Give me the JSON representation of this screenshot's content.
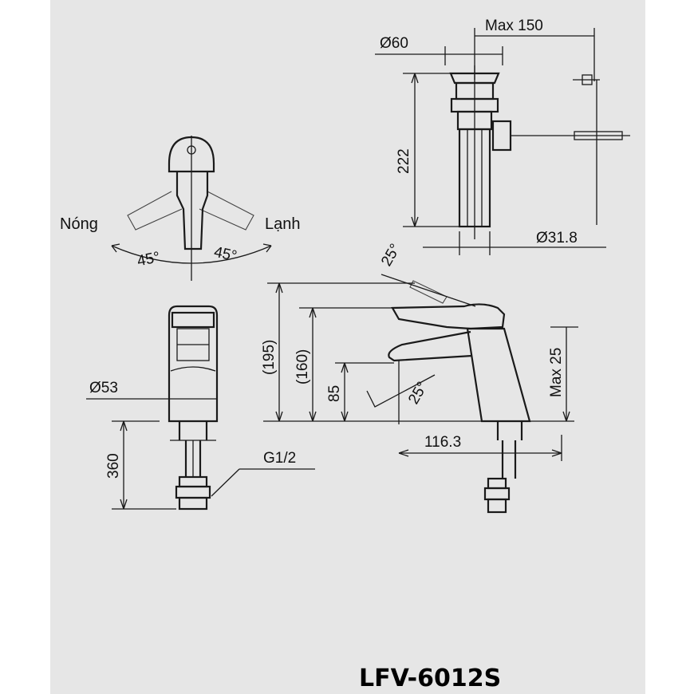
{
  "model": "LFV-6012S",
  "labels": {
    "hot": "Nóng",
    "cold": "Lạnh",
    "angle_left": "45°",
    "angle_right": "45°",
    "angle_top": "25°",
    "angle_spout": "25°",
    "thread": "G1/2"
  },
  "dimensions": {
    "drain_dia": "Ø60",
    "max_150": "Max 150",
    "h222": "222",
    "pipe_dia": "Ø31.8",
    "h195": "(195)",
    "h160": "(160)",
    "h85": "85",
    "max25": "Max 25",
    "body_dia": "Ø53",
    "hose": "360",
    "reach": "116.3"
  }
}
